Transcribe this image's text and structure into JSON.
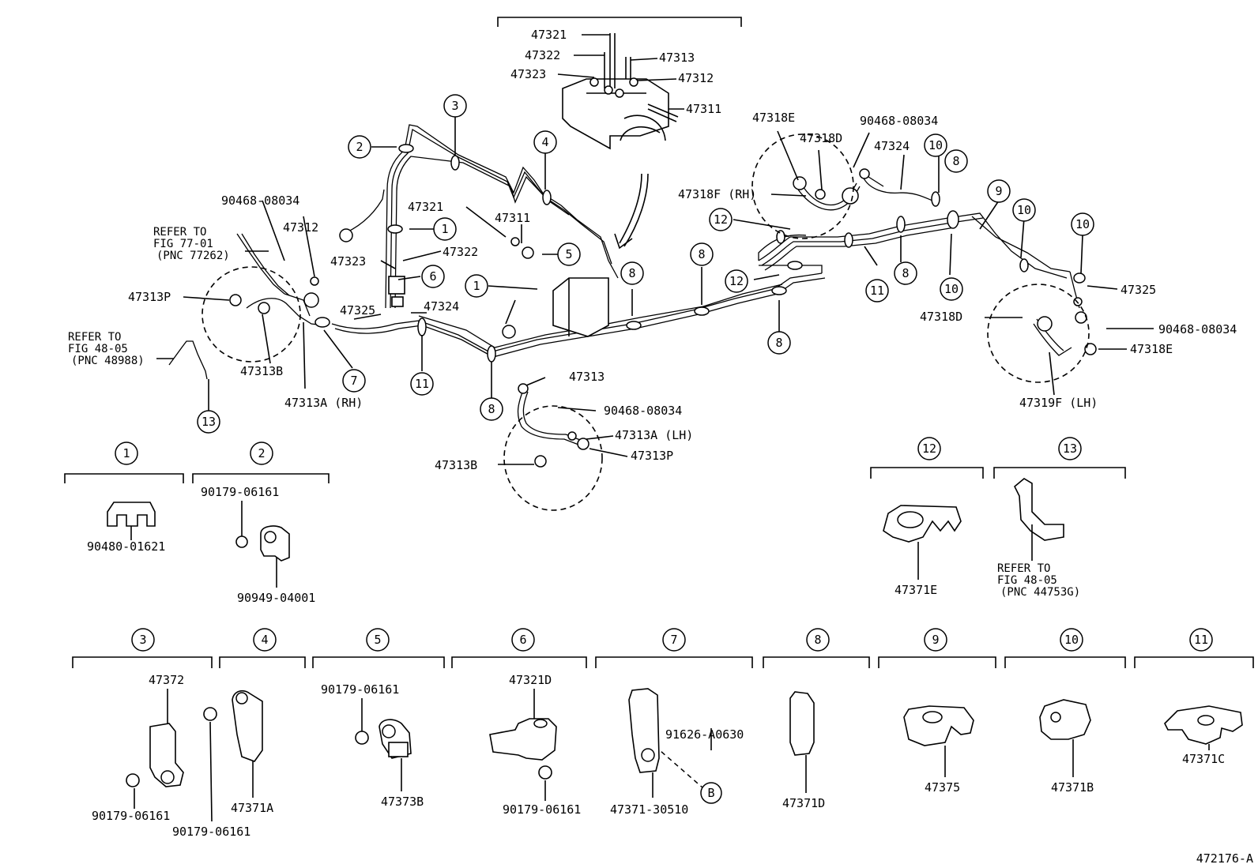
{
  "diagram_id": "472176-A",
  "callouts": {
    "c1": "1",
    "c2": "2",
    "c3": "3",
    "c4": "4",
    "c5": "5",
    "c6": "6",
    "c7": "7",
    "c8": "8",
    "c9": "9",
    "c10": "10",
    "c11": "11",
    "c12": "12",
    "c13": "13",
    "cB": "B"
  },
  "top_labels": {
    "p47321_top": "47321",
    "p47322_top": "47322",
    "p47323_top": "47323",
    "p47313_top": "47313",
    "p47312_top": "47312",
    "p47311_top": "47311"
  },
  "main_labels": {
    "p90468_a": "90468-08034",
    "p47312_l": "47312",
    "p47323_l": "47323",
    "p47321_m": "47321",
    "p47311_m": "47311",
    "p47322_m": "47322",
    "p47325_l": "47325",
    "p47324_m": "47324",
    "p47313P_l": "47313P",
    "p47313B_l": "47313B",
    "p47313A_rh": "47313A (RH)",
    "p47313_c": "47313",
    "p90468_c": "90468-08034",
    "p47313A_lh": "47313A (LH)",
    "p47313B_c": "47313B",
    "p47313P_c": "47313P",
    "p47318E_r": "47318E",
    "p90468_r": "90468-08034",
    "p47318D_r": "47318D",
    "p47324_r": "47324",
    "p47318F_rh": "47318F (RH)",
    "p47325_r": "47325",
    "p47318D_r2": "47318D",
    "p90468_r2": "90468-08034",
    "p47318E_r2": "47318E",
    "p47319F_lh": "47319F (LH)"
  },
  "refer_notes": {
    "n1_l1": "REFER TO",
    "n1_l2": "FIG 77-01",
    "n1_l3": "(PNC 77262)",
    "n2_l1": "REFER TO",
    "n2_l2": "FIG 48-05",
    "n2_l3": "(PNC 48988)",
    "n3_l1": "REFER TO",
    "n3_l2": "FIG 48-05",
    "n3_l3": "(PNC 44753G)"
  },
  "detail_labels": {
    "d1": "90480-01621",
    "d2a": "90179-06161",
    "d2b": "90949-04001",
    "d3a": "47372",
    "d3b": "90179-06161",
    "d4a": "47371A",
    "d4b": "90179-06161",
    "d5a": "90179-06161",
    "d5b": "47373B",
    "d6a": "47321D",
    "d6b": "90179-06161",
    "d7a": "91626-A0630",
    "d7b": "47371-30510",
    "d8": "47371D",
    "d9": "47375",
    "d10": "47371B",
    "d11": "47371C",
    "d12": "47371E"
  }
}
